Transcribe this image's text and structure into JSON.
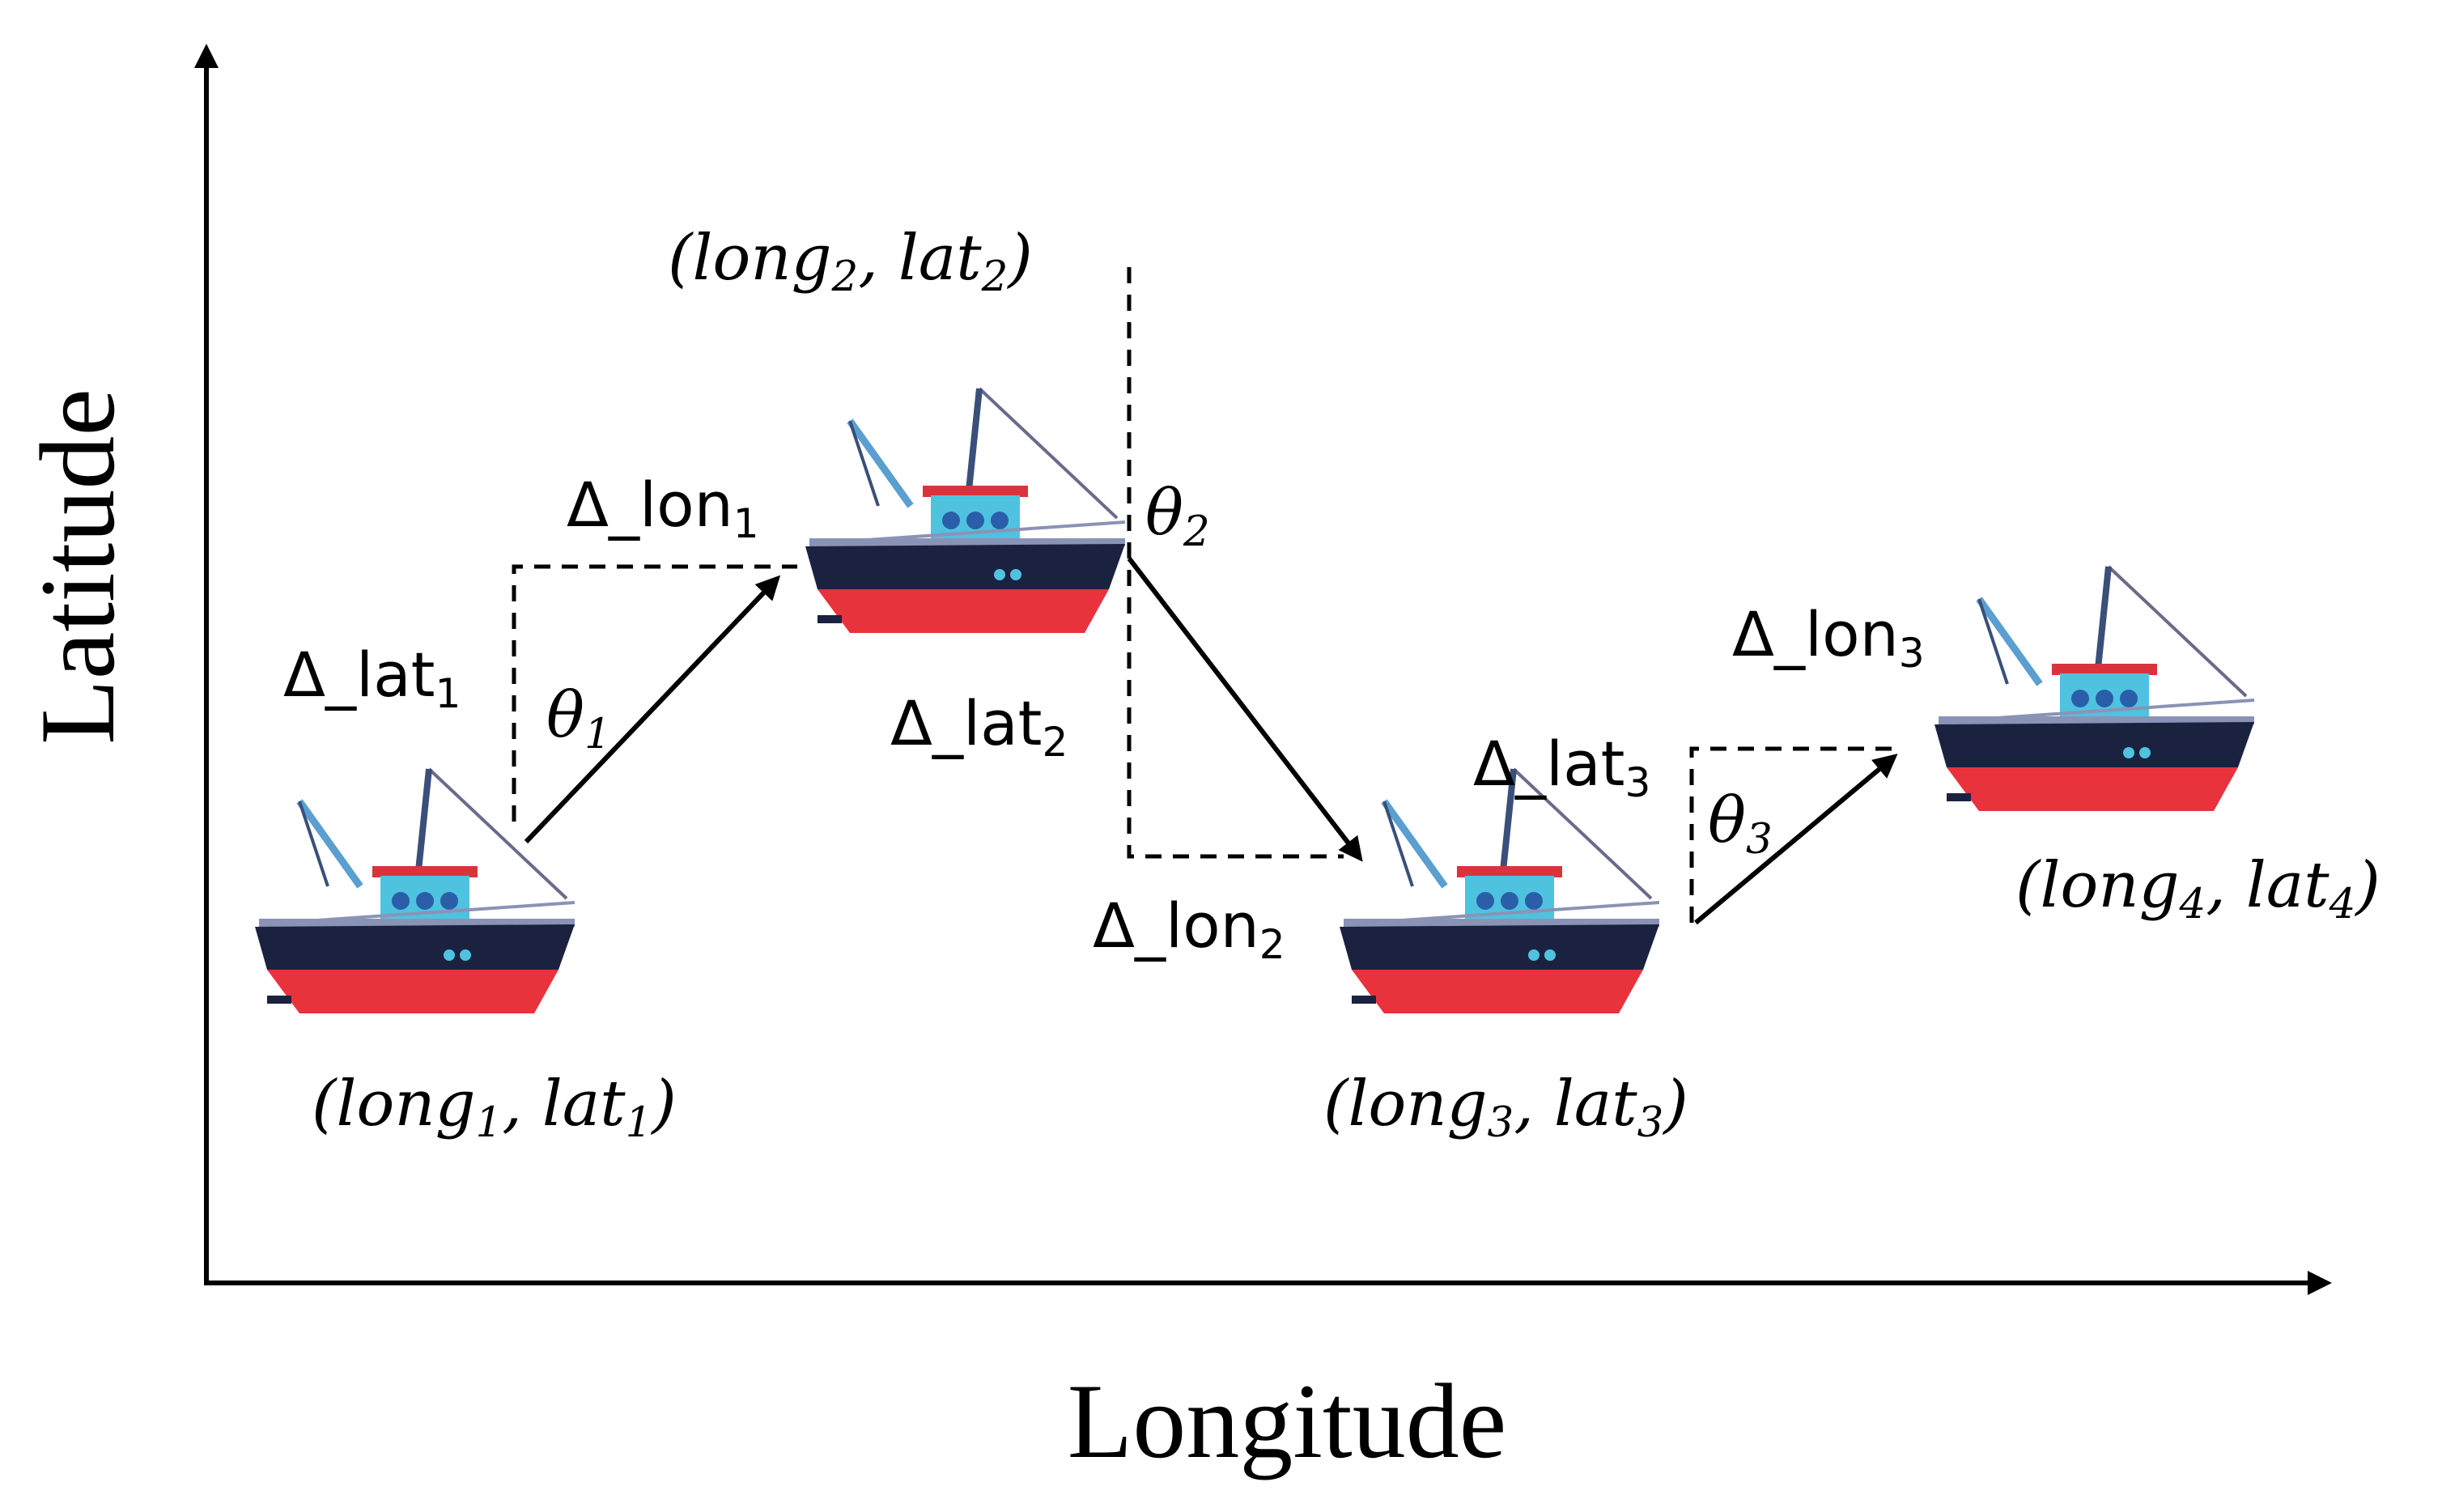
{
  "axes": {
    "x_label": "Longitude",
    "y_label": "Latitude"
  },
  "points": [
    {
      "open": "(",
      "name": "long",
      "index": "1",
      "sep": ", ",
      "name2": "lat",
      "index2": "1",
      "close": ")"
    },
    {
      "open": "(",
      "name": "long",
      "index": "2",
      "sep": ", ",
      "name2": "lat",
      "index2": "2",
      "close": ")"
    },
    {
      "open": "(",
      "name": "long",
      "index": "3",
      "sep": ", ",
      "name2": "lat",
      "index2": "3",
      "close": ")"
    },
    {
      "open": "(",
      "name": "long",
      "index": "4",
      "sep": ", ",
      "name2": "lat",
      "index2": "4",
      "close": ")"
    }
  ],
  "deltas": {
    "lon": [
      {
        "label": "Δ_lon",
        "index": "1"
      },
      {
        "label": "Δ_lon",
        "index": "2"
      },
      {
        "label": "Δ_lon",
        "index": "3"
      }
    ],
    "lat": [
      {
        "label": "Δ_lat",
        "index": "1"
      },
      {
        "label": "Δ_lat",
        "index": "2"
      },
      {
        "label": "Δ_lat",
        "index": "3"
      }
    ]
  },
  "angles": [
    {
      "symbol": "θ",
      "index": "1"
    },
    {
      "symbol": "θ",
      "index": "2"
    },
    {
      "symbol": "θ",
      "index": "3"
    }
  ],
  "colors": {
    "hull_top": "#1b2240",
    "hull_bottom": "#e8323c",
    "cabin": "#4fc2e0",
    "cabin_roof": "#d9343c",
    "mast": "#3a4f7a",
    "crane": "#5a9fd0",
    "rigging": "#6a6a8a"
  },
  "icons": [
    "boat-icon",
    "boat-icon",
    "boat-icon",
    "boat-icon"
  ]
}
